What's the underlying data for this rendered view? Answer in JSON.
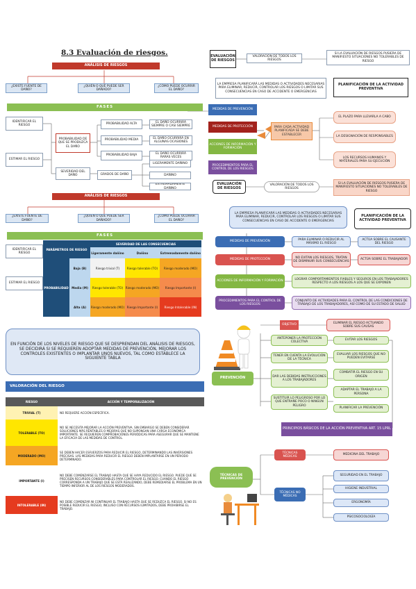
{
  "title": "8.3 Evaluación de riesgos.",
  "analisis_label": "ANÁLISIS DE RIESGOS",
  "q1": "¿EXISTE FUENTE DE DAÑO?",
  "q2": "¿QUIÉN O QUÉ PUEDE SER DAÑADO?",
  "q3": "¿CÓMO PUEDE OCURRIR EL DAÑO?",
  "fases_label": "FASES",
  "identificar": "IDENTIFICAR EL RIESGO",
  "estimar": "ESTIMAR EL RIESGO",
  "probabilidad": "PROBABILIDAD DE QUE SE PRODUZCA EL DAÑO",
  "severidad": "SEVERIDAD DEL DAÑO",
  "prob_alta": "PROBABILIDAD ALTA",
  "prob_media": "PROBABILIDAD MEDIA",
  "prob_baja": "PROBABILIDAD BAJA",
  "desc_alta": "EL DAÑO OCURRIRÁ SIEMPRE O CASI SIEMPRE",
  "desc_media": "EL DAÑO OCURRIRÁ EN ALGUNAS OCASIONES",
  "desc_baja": "EL DAÑO OCURRIRÁ RARAS VECES",
  "grados": "GRADOS DE DAÑO",
  "lig": "LIGERAMENTE DAÑINO",
  "dan": "DAÑINO",
  "ext": "EXTREMADAMENTE DAÑINO",
  "medidas": [
    "MEDIDAS DE PREVENCIÓN",
    "MEDIDAS DE PROTECCIÓN",
    "ACCIONES DE INFORMACIÓN Y FORMACIÓN",
    "PROCEDIMIENTOS PARA EL CONTROL DE LOS RIESGOS"
  ],
  "eval_r": "EVALUACIÓN DE RIESGOS",
  "valoracion": "VALORACIÓN DE TODOS LOS RIESGOS",
  "si_eval": "SI LA EVALUACIÓN DE RIESGOS PUSIERA DE MANIFIESTO SITUACIONES NO TOLERABLES DE RIESGO",
  "planif": "PLANIFICACIÓN DE LA ACTIVIDAD PREVENTIVA",
  "empresa": "LA EMPRESA PLANIFICARÁ LAS MEDIDAS O ACTIVIDADES NECESARIAS PARA ELIMINAR, REDUCIR, CONTROLAR LOS RIESGOS O LIMITAR SUS CONSECUENCIAS EN CASO DE ACCIDENTE O EMERGENCIAS",
  "para_cada": "PARA CADA ACTIVIDAD PLANIFICADA SE DEBE ESTABLECER",
  "plazo": "EL PLAZO PARA LLEVARLA A CABO",
  "design": "LA DESIGNACIÓN DE RESPONSABLES",
  "recursos": "LOS RECURSOS HUMANOS Y MATERIALES PARA SU EJECUCIÓN",
  "prev_desc": "PARA ELIMINAR O REDUCIR AL MÁXIMO EL RIESGO",
  "prev_act": "ACTÚA SOBRE EL CAUSANTE DEL RIESGO",
  "prot_desc": "NO EVITAN LOS RIESGOS, TRATAN DE DISMINUIR SUS CONSECUENCIAS",
  "prot_act": "ACTÚA SOBRE EL TRABAJADOR",
  "info_desc": "LOGRAR COMPORTAMIENTOS FIABLES Y SEGUROS EN LOS TRABAJADORES RESPECTO A LOS RIESGOS A LOS QUE SE EXPONEN",
  "proc_desc": "CONJUNTO DE ACTIVIDADES PARA EL CONTROL DE LAS CONDICIONES DE TRABAJO DE LOS TRABAJADORES, ASÍ COMO DE SU ESTADO DE SALUD",
  "sev_header": "SEVERIDAD DE LAS CONSECUENCIAS",
  "param": "PARÁMETROS DE RIESGO",
  "cols": [
    "Ligeramente dañino",
    "Dañino",
    "Extremadamente dañino"
  ],
  "prob_word": "PROBABILIDAD",
  "rows": [
    "Baja (B)",
    "Media (M)",
    "Alta (A)"
  ],
  "cells": [
    [
      "Riesgo trivial (T)",
      "Riesgo tolerable (TO)",
      "Riesgo moderado (MO)"
    ],
    [
      "Riesgo tolerable (TO)",
      "Riesgo moderado (MO)",
      "Riesgo Importante (I)"
    ],
    [
      "Riesgo moderado (MO)",
      "Riesgo Importante (I)",
      "Riesgo Intolerable (IN)"
    ]
  ],
  "funcion": "EN FUNCIÓN DE LOS NIVELES DE RIESGO QUE SE DESPRENDAN DEL ANÁLISIS DE RIESGOS, SE DECIDIRÁ SI SE REQUIEREN ADOPTAR MEDIDAS DE PREVENCIÓN, MEJORAR LOS CONTROLES EXISTENTES O IMPLANTAR UNOS NUEVOS, TAL COMO ESTABLECE LA SIGUIENTE TABLA",
  "valoracion_h": "VALORACIÓN DEL RIESGO",
  "riesgo_h": "RIESGO",
  "accion_h": "ACCIÓN Y TEMPORALIZACIÓN",
  "vr": [
    {
      "n": "TRIVIAL (T)",
      "d": "NO REQUIERE ACCIÓN ESPECÍFICA."
    },
    {
      "n": "TOLERABLE (TO)",
      "d": "NO SE NECESITA MEJORAR LA ACCIÓN PREVENTIVA. SIN EMBARGO SE DEBEN CONSIDERAR SOLUCIONES MÁS RENTABLES O MEJORAS QUE NO SUPONGAN UNA CARGA ECONÓMICA IMPORTANTE. SE REQUIEREN COMPROBACIONES PERIÓDICAS PARA ASEGURAR QUE SE MANTIENE LA EFICACIA DE LAS MEDIDAS DE CONTROL."
    },
    {
      "n": "MODERADO (MO)",
      "d": "SE DEBEN HACER ESFUERZOS PARA REDUCIR EL RIESGO, DETERMINANDO LAS INVERSIONES PRECISAS. LAS MEDIDAS PARA REDUCIR EL RIESGO DEBEN IMPLANTARSE EN UN PERIODO DETERMINADO."
    },
    {
      "n": "IMPORTANTE (I)",
      "d": "NO DEBE COMENZARSE EL TRABAJO HASTA QUE SE HAYA REDUCIDO EL RIESGO. PUEDE QUE SE PRECISEN RECURSOS CONSIDERABLES PARA CONTROLAR EL RIESGO. CUANDO EL RIESGO CORRESPONDA A UN TRABAJO QUE SE ESTÁ REALIZANDO, DEBE REMEDIARSE EL PROBLEMA EN UN TIEMPO INFERIOR AL DE LOS RIESGOS MODERADOS."
    },
    {
      "n": "INTOLERABLE (IN)",
      "d": "NO DEBE COMENZAR NI CONTINUAR EL TRABAJO HASTA QUE SE REDUZCA EL RIESGO. SI NO ES POSIBLE REDUCIR EL RIESGO, INCLUSO CON RECURSOS ILIMITADOS, DEBE PROHIBIRSE EL TRABAJO."
    }
  ],
  "objetivo": "OBJETIVO",
  "elim": "ELIMINAR EL RIESGO ACTUANDO SOBRE SUS CAUSAS",
  "prevencion": "PREVENCIÓN",
  "principios": [
    "ANTEPONER LA PROTECCIÓN COLECTIVA",
    "TENER EN CUENTA LA EVOLUCIÓN DE LA TÉCNICA",
    "DAR LAS DEBIDAS INSTRUCCIONES A LOS TRABAJADORES",
    "SUSTITUIR LO PELIGROSO POR LO QUE ENTRAÑE POCO O NINGÚN PELIGRO"
  ],
  "principios_r": [
    "EVITAR LOS RIESGOS",
    "EVALUAR LOS RIESGOS QUE NO PUEDEN EVITARSE",
    "COMBATIR EL RIESGO EN SU ORIGEN",
    "ADAPTAR EL TRABAJO A LA PERSONA",
    "PLANIFICAR LA PREVENCIÓN"
  ],
  "principios_basicos": "PRINCIPIOS BÁSICOS DE LA ACCIÓN PREVENTIVA ART. 15 LPRL",
  "tecnicas": "TÉCNICAS DE PREVENCIÓN",
  "medicas": "TÉCNICAS MÉDICAS",
  "no_medicas": "TÉCNICAS NO MÉDICAS",
  "medicina": "MEDICINA DEL TRABAJO",
  "nm": [
    "SEGURIDAD EN EL TRABAJO",
    "HIGIENE INDUSTRIAL",
    "ERGONOMÍA",
    "PSICOSOCIOLOGÍA"
  ]
}
